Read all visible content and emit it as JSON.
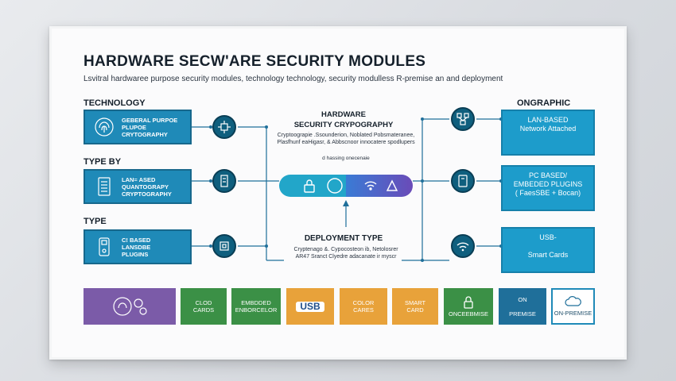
{
  "header": {
    "title": "HARDWARE SECW'ARE SECURITY MODULES",
    "subtitle": "Lsvitral hardwaree purpose security modules, technology technology,  security modulless R-premise an and deployment"
  },
  "left": {
    "sections": [
      {
        "label": "TECHNOLOGY",
        "box_text": "GEBERAL PURPOE\nPLUPOE\nCRYTOGRAPHY",
        "icon": "fingerprint-icon"
      },
      {
        "label": "TYPE  BY",
        "box_text": "LAN= ASED\nQUANTOGRAPY\nCRYPTOGRAPHY",
        "icon": "server-rack-icon"
      },
      {
        "label": "TYPE",
        "box_text": "C! BASED\nLANSDBE\nPLUGINS",
        "icon": "usb-device-icon"
      }
    ]
  },
  "center": {
    "title": "HARDWARE\nSECURITY CRYPOGRAPHY",
    "desc": "Cryptoograpie  .Ssounderion, Noblated Pobsmateranee, Plasfhunf eaHigasr, & Abbscnoor innocatere spodlupers",
    "note": "d hassing onecenaie",
    "deploy_title": "DEPLOYMENT TYPE",
    "deploy_desc": "Cryptenago &. Cypocosteon ib, Netolosrer\nAR47 Sranct Clyedre adacanate ir myscr"
  },
  "right": {
    "heading": "ONGRAPHIC",
    "boxes": [
      {
        "text": "LAN-BASED\nNetwork Attached",
        "icon": "network-nodes-icon"
      },
      {
        "text": "PC BASED/\nEMBEDED PLUGINS\n( FaesSBE + Bocan)",
        "icon": "pc-module-icon"
      },
      {
        "text": "USB-\n\nSmart Cards",
        "icon": "wifi-icon"
      }
    ]
  },
  "tiles": [
    {
      "text": "",
      "color": "#7b5ba8",
      "icon": "fingerprint-gear-icon"
    },
    {
      "text": "CLOD\nCARDS",
      "color": "#3b9046"
    },
    {
      "text": "EMBDDED\nENBORCELOR",
      "color": "#3b9046"
    },
    {
      "text": "USB",
      "color": "#e8a23a"
    },
    {
      "text": "COLOR\nCARES",
      "color": "#e8a23a"
    },
    {
      "text": "SMART\nCARD",
      "color": "#e8a23a"
    },
    {
      "text": "ONCEEBMISE",
      "color": "#3b9046",
      "icon": "padlock-icon"
    },
    {
      "text": "ON\n\nPREMISE",
      "color": "#1f6f9a"
    },
    {
      "text": "ON-PREMISE",
      "color": "#1f8ab8",
      "icon": "cloud-icon"
    }
  ],
  "colors": {
    "dark_blue": "#0f5f7e",
    "mid_blue": "#1f8ab8",
    "cyan": "#1d9ccb",
    "purple": "#7b5ba8",
    "green": "#3b9046",
    "orange": "#e8a23a"
  }
}
